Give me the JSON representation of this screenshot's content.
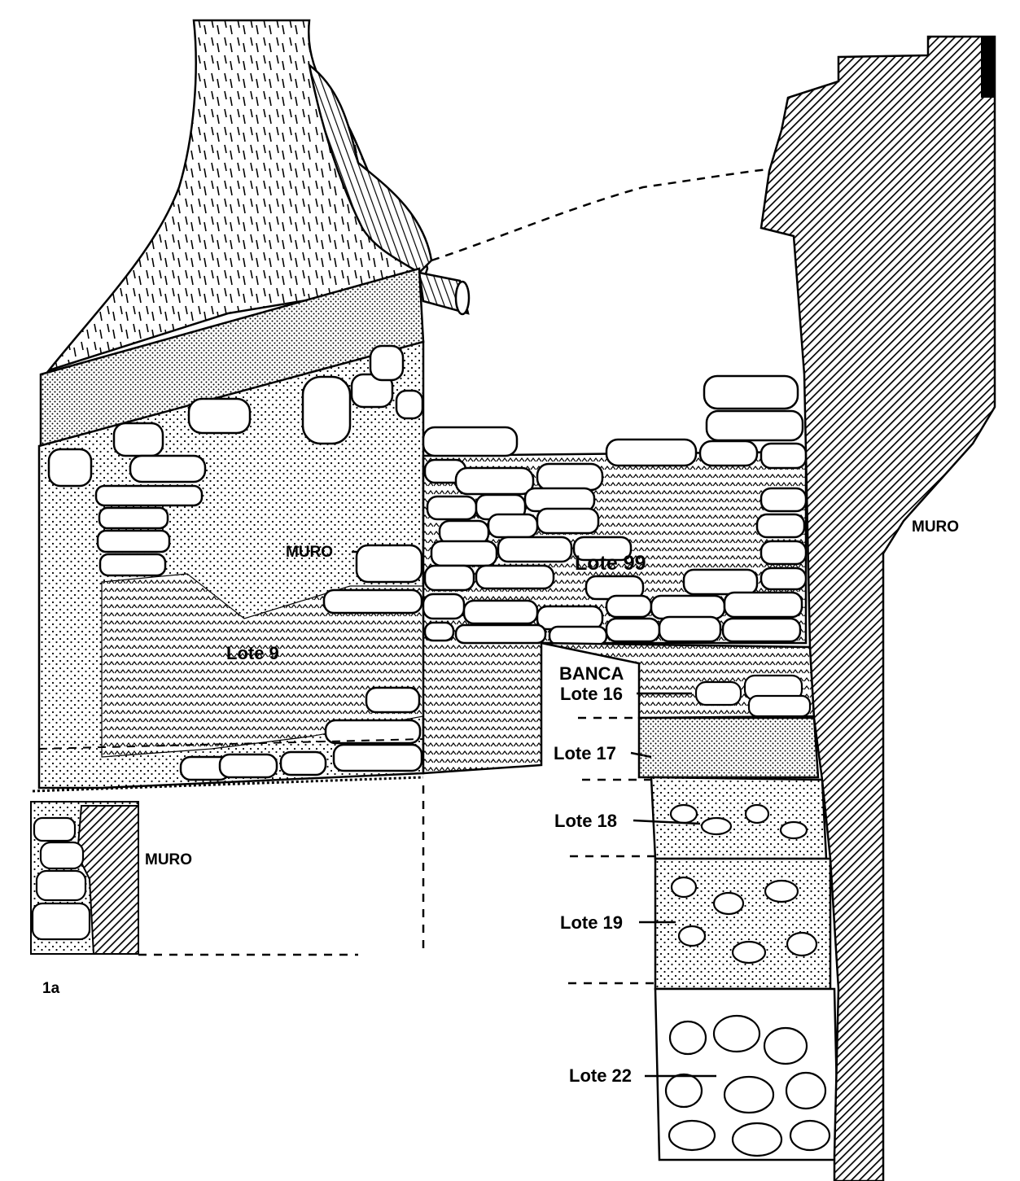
{
  "labels": {
    "muro_right": "MURO",
    "muro_center": "MURO",
    "muro_lower_left": "MURO",
    "lote_99": "Lote 99",
    "lote_9": "Lote 9",
    "banca": "BANCA",
    "lote_16": "Lote 16",
    "lote_17": "Lote 17",
    "lote_18": "Lote 18",
    "lote_19": "Lote 19",
    "lote_22": "Lote 22",
    "figure_ref": "1a"
  },
  "colors": {
    "ink": "#000000",
    "paper": "#ffffff"
  }
}
